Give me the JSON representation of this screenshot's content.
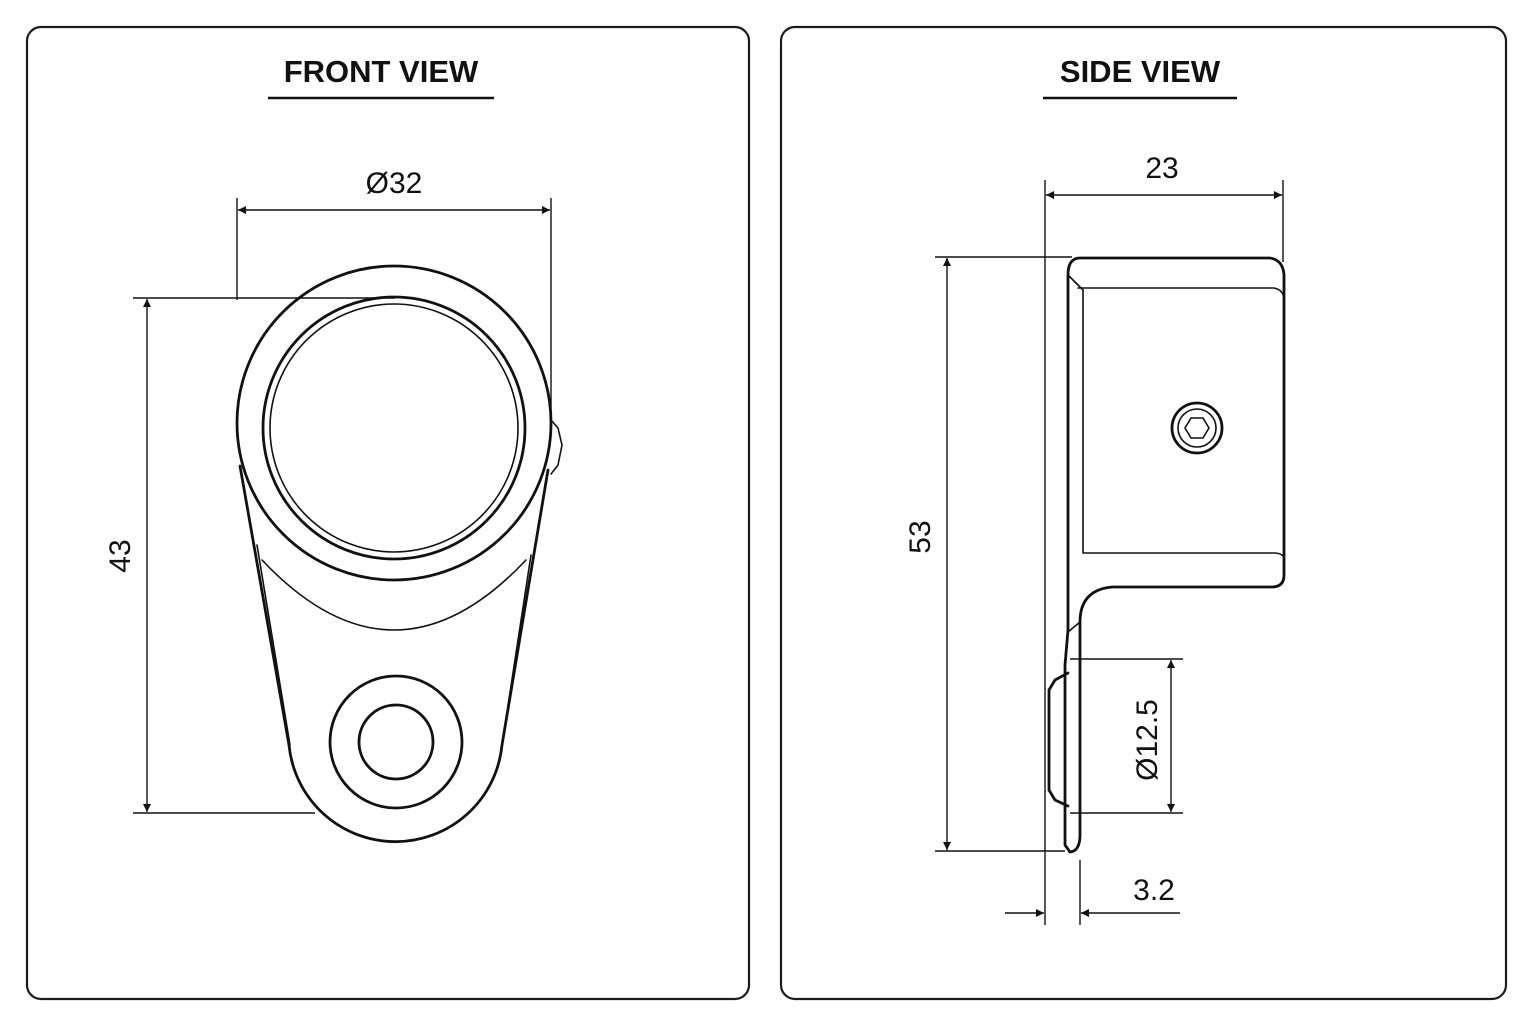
{
  "front_view": {
    "title": "FRONT VIEW",
    "dimensions": {
      "width": "Ø32",
      "height": "43"
    }
  },
  "side_view": {
    "title": "SIDE VIEW",
    "dimensions": {
      "width": "23",
      "height": "53",
      "hole_diameter": "Ø12.5",
      "thickness": "3.2"
    }
  }
}
